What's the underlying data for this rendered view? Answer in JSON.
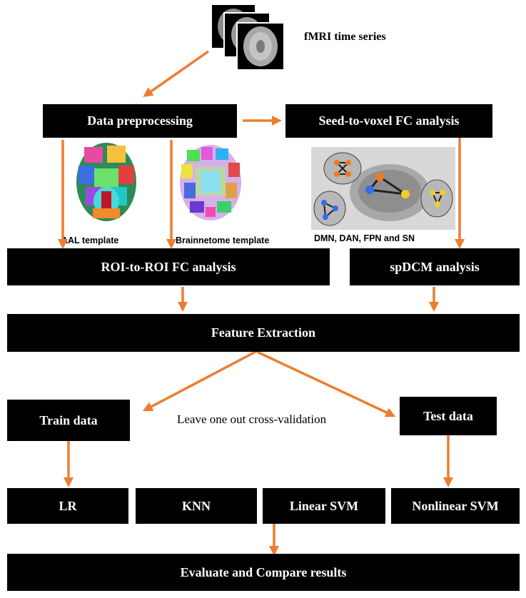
{
  "labels": {
    "fmri": "fMRI time series",
    "aal": "AAL template",
    "brainnetome": "Brainnetome template",
    "networks": "DMN, DAN, FPN and SN",
    "loocv": "Leave one out cross-validation"
  },
  "boxes": {
    "preprocessing": "Data preprocessing",
    "seed": "Seed-to-voxel FC analysis",
    "roi": "ROI-to-ROI FC analysis",
    "spdcm": "spDCM analysis",
    "feature": "Feature Extraction",
    "train": "Train data",
    "test": "Test data",
    "lr": "LR",
    "knn": "KNN",
    "lsvm": "Linear SVM",
    "nlsvm": "Nonlinear SVM",
    "evaluate": "Evaluate and Compare results"
  },
  "colors": {
    "arrow": "#ED7D31",
    "box": "#000000"
  }
}
